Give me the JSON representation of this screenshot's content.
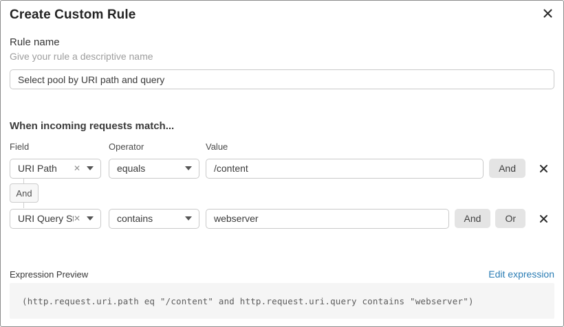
{
  "dialog": {
    "title": "Create Custom Rule"
  },
  "rule_name": {
    "label": "Rule name",
    "helper": "Give your rule a descriptive name",
    "value": "Select pool by URI path and query"
  },
  "matcher": {
    "heading": "When incoming requests match...",
    "columns": {
      "field": "Field",
      "operator": "Operator",
      "value": "Value"
    },
    "rows": [
      {
        "field": "URI Path",
        "operator": "equals",
        "value": "/content"
      },
      {
        "field": "URI Query St...",
        "operator": "contains",
        "value": "webserver"
      }
    ],
    "connector_label": "And",
    "buttons": {
      "and": "And",
      "or": "Or"
    },
    "clear_glyph": "✕"
  },
  "expression": {
    "label": "Expression Preview",
    "edit_link": "Edit expression",
    "code": "(http.request.uri.path eq \"/content\" and http.request.uri.query contains \"webserver\")"
  },
  "colors": {
    "link_blue": "#2a7cb4",
    "button_gray": "#e4e4e4",
    "code_bg": "#f5f5f5",
    "border_gray": "#c9c9c9"
  }
}
